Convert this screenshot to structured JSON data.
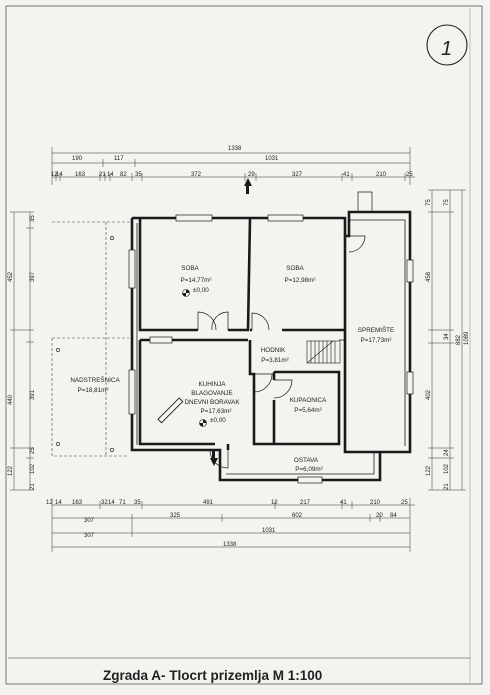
{
  "title": "Zgrada A- Tlocrt prizemlja  M 1:100",
  "sheet_number": "1",
  "rooms": {
    "soba1": {
      "name": "SOBA",
      "area": "P=14,77m²",
      "level": "±0,00"
    },
    "soba2": {
      "name": "SOBA",
      "area": "P=12,98m²"
    },
    "spremiste": {
      "name": "SPREMIŠTE",
      "area": "P=17,73m²"
    },
    "hodnik": {
      "name": "HODNIK",
      "area": "P=3,81m²"
    },
    "kuhinja": {
      "line1": "KUHINJA",
      "line2": "BLAGOVANJE",
      "line3": "DNEVNI BORAVAK",
      "area": "P=17,63m²",
      "level": "±0,00"
    },
    "kupaonica": {
      "name": "KUPAONICA",
      "area": "P=5,64m²"
    },
    "nadstresnica": {
      "name": "NADSTREŠNICA",
      "area": "P=18,81m²"
    },
    "ostava": {
      "name": "OSTAVA",
      "area": "P=6,09m²"
    }
  },
  "dims_top": {
    "row1": [
      "1338"
    ],
    "row2": [
      "190",
      "117",
      "1031"
    ],
    "row3": [
      "12",
      "14",
      "163",
      "21",
      "14",
      "82",
      "35",
      "372",
      "29",
      "327",
      "41",
      "210",
      "25"
    ]
  },
  "dims_bottom": {
    "row1": [
      "12",
      "14",
      "163",
      "32",
      "14",
      "71",
      "35",
      "491",
      "12",
      "217",
      "41",
      "210",
      "25"
    ],
    "row2": [
      "307",
      "325",
      "602",
      "20",
      "84"
    ],
    "row3": [
      "307",
      "1031"
    ],
    "row4": [
      "1338"
    ]
  },
  "dims_left": {
    "outer": [
      "452",
      "440",
      "122"
    ],
    "inner": [
      "35",
      "397",
      "391",
      "25",
      "102",
      "21"
    ]
  },
  "dims_right": {
    "outer": [
      "75",
      "458",
      "402",
      "122"
    ],
    "inner": [
      "75",
      "34",
      "24",
      "102",
      "21"
    ],
    "total": [
      "1089",
      "882"
    ]
  }
}
